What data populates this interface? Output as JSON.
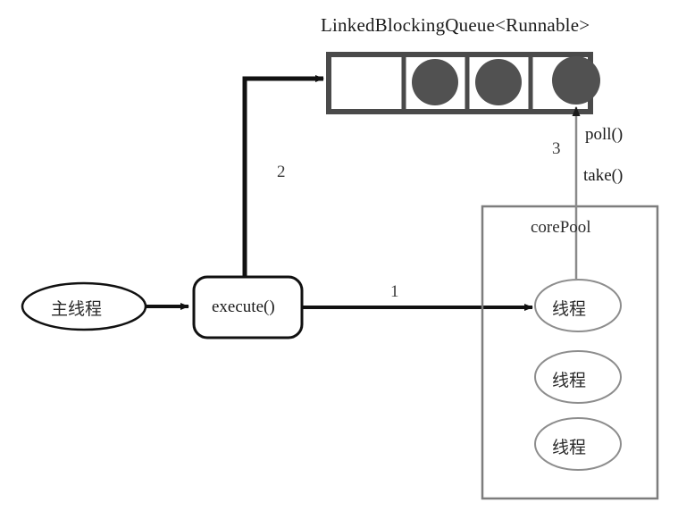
{
  "diagram": {
    "title": "LinkedBlockingQueue<Runnable>",
    "queue": {
      "name": "LinkedBlockingQueue<Runnable>",
      "cells": [
        {
          "index": 0,
          "filled": false
        },
        {
          "index": 1,
          "filled": true
        },
        {
          "index": 2,
          "filled": true
        },
        {
          "index": 3,
          "filled": true
        }
      ],
      "border_color": "#4a4a4a",
      "task_color": "#515151"
    },
    "nodes": {
      "main_thread": "主线程",
      "execute": "execute()",
      "core_pool": "corePool",
      "threads": [
        "线程",
        "线程",
        "线程"
      ]
    },
    "edges": {
      "step1": "1",
      "step2": "2",
      "step3": "3"
    },
    "annotations": {
      "poll": "poll()",
      "take": "take()"
    },
    "colors": {
      "stroke_black": "#111111",
      "stroke_gray": "#808080",
      "queue_border": "#4a4a4a",
      "task_fill": "#515151",
      "background": "#ffffff"
    }
  }
}
